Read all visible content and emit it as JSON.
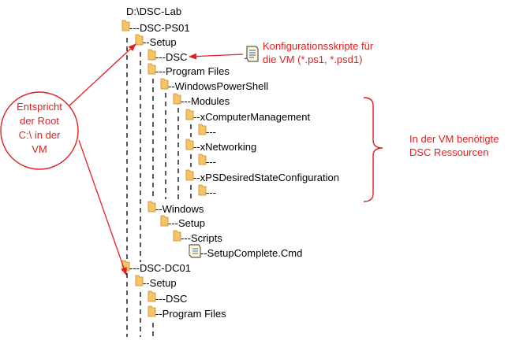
{
  "tree": {
    "root": "D:\\DSC-Lab",
    "nodes": [
      {
        "id": "dsc-ps01",
        "label": "---DSC-PS01",
        "icon": "folder-icon"
      },
      {
        "id": "ps01-setup",
        "label": "--Setup",
        "icon": "folder-icon"
      },
      {
        "id": "ps01-dsc",
        "label": "---DSC",
        "icon": "folder-icon"
      },
      {
        "id": "program-files",
        "label": "---Program Files",
        "icon": "folder-icon"
      },
      {
        "id": "windowspowershell",
        "label": "--WindowsPowerShell",
        "icon": "folder-icon"
      },
      {
        "id": "modules",
        "label": "---Modules",
        "icon": "folder-icon"
      },
      {
        "id": "xcomputermanagement",
        "label": "--xComputerManagement",
        "icon": "folder-icon"
      },
      {
        "id": "xcm-child",
        "label": "---",
        "icon": "folder-icon"
      },
      {
        "id": "xnetworking",
        "label": "--xNetworking",
        "icon": "folder-icon"
      },
      {
        "id": "xnet-child",
        "label": "---",
        "icon": "folder-icon"
      },
      {
        "id": "xpsdsc",
        "label": "--xPSDesiredStateConfiguration",
        "icon": "folder-icon"
      },
      {
        "id": "xpsdsc-child",
        "label": "---",
        "icon": "folder-icon"
      },
      {
        "id": "windows",
        "label": "--Windows",
        "icon": "folder-icon"
      },
      {
        "id": "windows-setup",
        "label": "---Setup",
        "icon": "folder-icon"
      },
      {
        "id": "scripts",
        "label": "---Scripts",
        "icon": "folder-icon"
      },
      {
        "id": "setupcomplete",
        "label": "--SetupComplete.Cmd",
        "icon": "script-file-icon"
      },
      {
        "id": "dsc-dc01",
        "label": "---DSC-DC01",
        "icon": "folder-icon"
      },
      {
        "id": "dc01-setup",
        "label": "--Setup",
        "icon": "folder-icon"
      },
      {
        "id": "dc01-dsc",
        "label": "---DSC",
        "icon": "folder-icon"
      },
      {
        "id": "dc01-program-files",
        "label": "--Program Files",
        "icon": "folder-icon"
      }
    ]
  },
  "annotations": {
    "root_note": [
      "Entspricht",
      "der Root",
      "C:\\ in der",
      "VM"
    ],
    "config_note": [
      "Konfigurationsskripte für",
      "die VM (*.ps1, *.psd1)"
    ],
    "resources_note": [
      "In der VM benötigte",
      "DSC Ressourcen"
    ]
  },
  "colors": {
    "annotation": "#e02020",
    "folder_fill": "#f5c46a",
    "folder_stroke": "#c98a1e",
    "tree_text": "#000000",
    "background": "#ffffff"
  }
}
